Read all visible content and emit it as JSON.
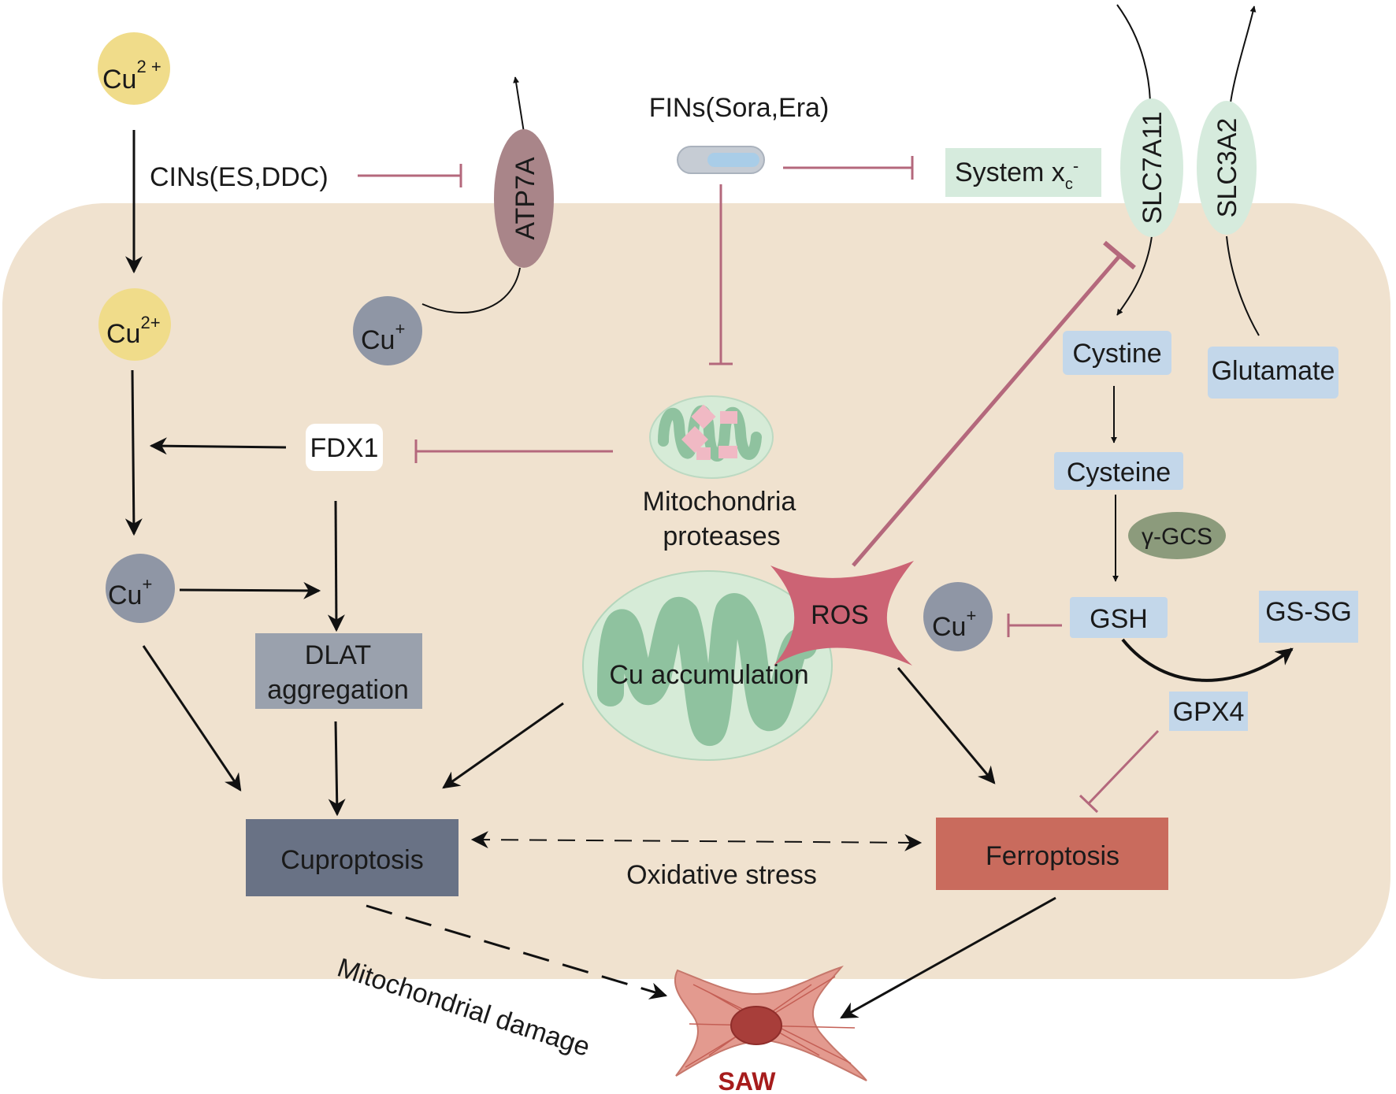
{
  "colors": {
    "cell_fill": "#f0e2cf",
    "inhibit": "#b4687c",
    "cu2_ion": "#f0dc8a",
    "cu1_ion": "#8f96a5",
    "atp7a": "#a98589",
    "transporter": "#d6ebdd",
    "metabolite_box": "#c3d7ea",
    "mito_outer": "#d6ebd7",
    "mito_inner": "#8fc29f",
    "ros": "#cc6374",
    "gcs": "#8c9b7c",
    "dlat_box": "#9aa1ad",
    "cuproptosis_box": "#697285",
    "ferroptosis_box": "#c96b5d",
    "saw_label": "#a61c1c"
  },
  "ions": {
    "cu2_extracellular": {
      "base": "Cu",
      "charge": "2 +"
    },
    "cu2_intracellular": {
      "base": "Cu",
      "charge": "2+"
    },
    "cu1_near_atp7a": {
      "base": "Cu",
      "charge": "+"
    },
    "cu1_left": {
      "base": "Cu",
      "charge": "+"
    },
    "cu1_right": {
      "base": "Cu",
      "charge": "+"
    }
  },
  "labels": {
    "cins": "CINs(ES,DDC)",
    "fins": "FINs(Sora,Era)",
    "atp7a": "ATP7A",
    "system_xc": {
      "base": "System x",
      "subscript": "c",
      "superscript": "-"
    },
    "slc7a11": "SLC7A11",
    "slc3a2": "SLC3A2",
    "cystine": "Cystine",
    "glutamate": "Glutamate",
    "cysteine": "Cysteine",
    "gamma_gcs": "γ-GCS",
    "gsh": "GSH",
    "gs_sg": "GS-SG",
    "gpx4": "GPX4",
    "fdx1": "FDX1",
    "dlat": [
      "DLAT",
      "aggregation"
    ],
    "mito_proteases": [
      "Mitochondria",
      "proteases"
    ],
    "ros": "ROS",
    "cu_accumulation": "Cu accumulation",
    "cuproptosis": "Cuproptosis",
    "ferroptosis": "Ferroptosis",
    "oxidative_stress": "Oxidative stress",
    "mito_damage": "Mitochondrial damage",
    "saw": "SAW"
  }
}
